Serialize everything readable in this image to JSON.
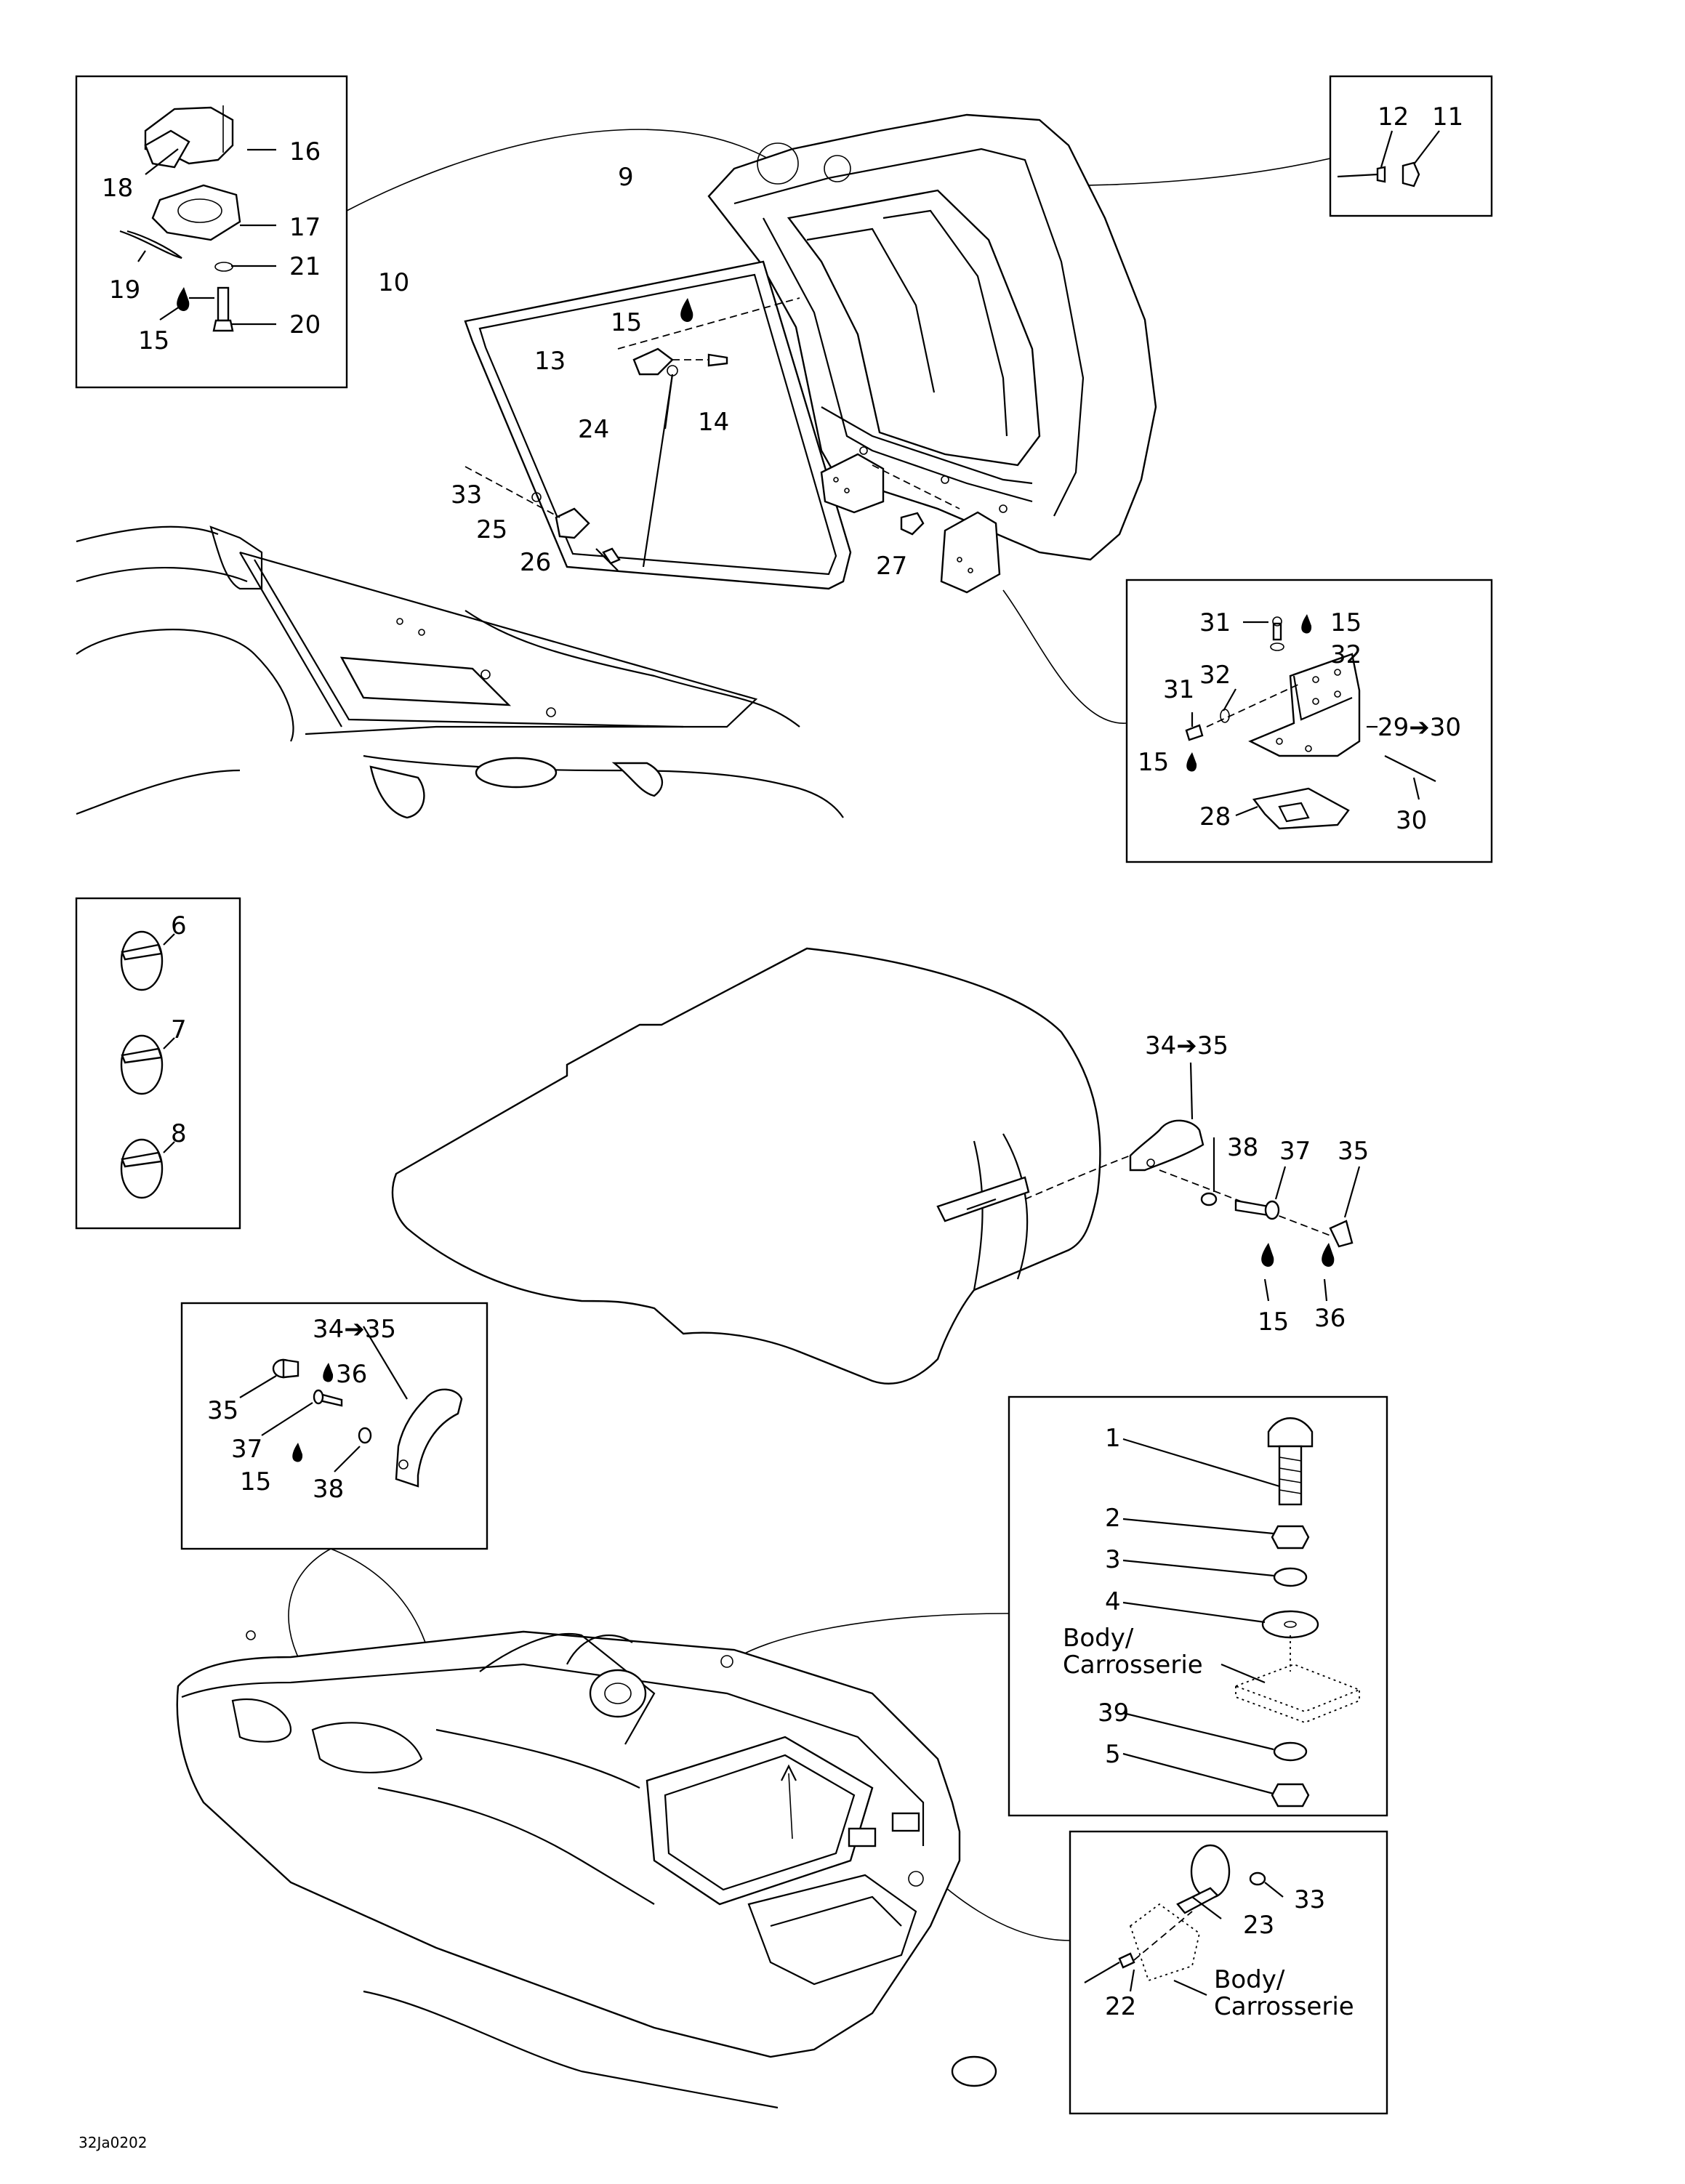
{
  "drawing_code": "32Ja0202",
  "callouts": {
    "c1": "1",
    "c2": "2",
    "c3": "3",
    "c4": "4",
    "c5": "5",
    "c6": "6",
    "c7": "7",
    "c8": "8",
    "c9": "9",
    "c10": "10",
    "c11": "11",
    "c12": "12",
    "c13": "13",
    "c14": "14",
    "c15": "15",
    "c16": "16",
    "c17": "17",
    "c18": "18",
    "c19": "19",
    "c20": "20",
    "c21": "21",
    "c22": "22",
    "c23": "23",
    "c24": "24",
    "c25": "25",
    "c26": "26",
    "c27": "27",
    "c28": "28",
    "c29_30": "29➔30",
    "c30": "30",
    "c31": "31",
    "c32": "32",
    "c33": "33",
    "c34_35": "34➔35",
    "c35": "35",
    "c36": "36",
    "c37": "37",
    "c38": "38",
    "c39": "39"
  },
  "body_label": {
    "line1": "Body/",
    "line2": "Carrosserie"
  },
  "icons": {
    "glue": "glue-drop-icon",
    "arrow": "right-arrow-glyph"
  }
}
